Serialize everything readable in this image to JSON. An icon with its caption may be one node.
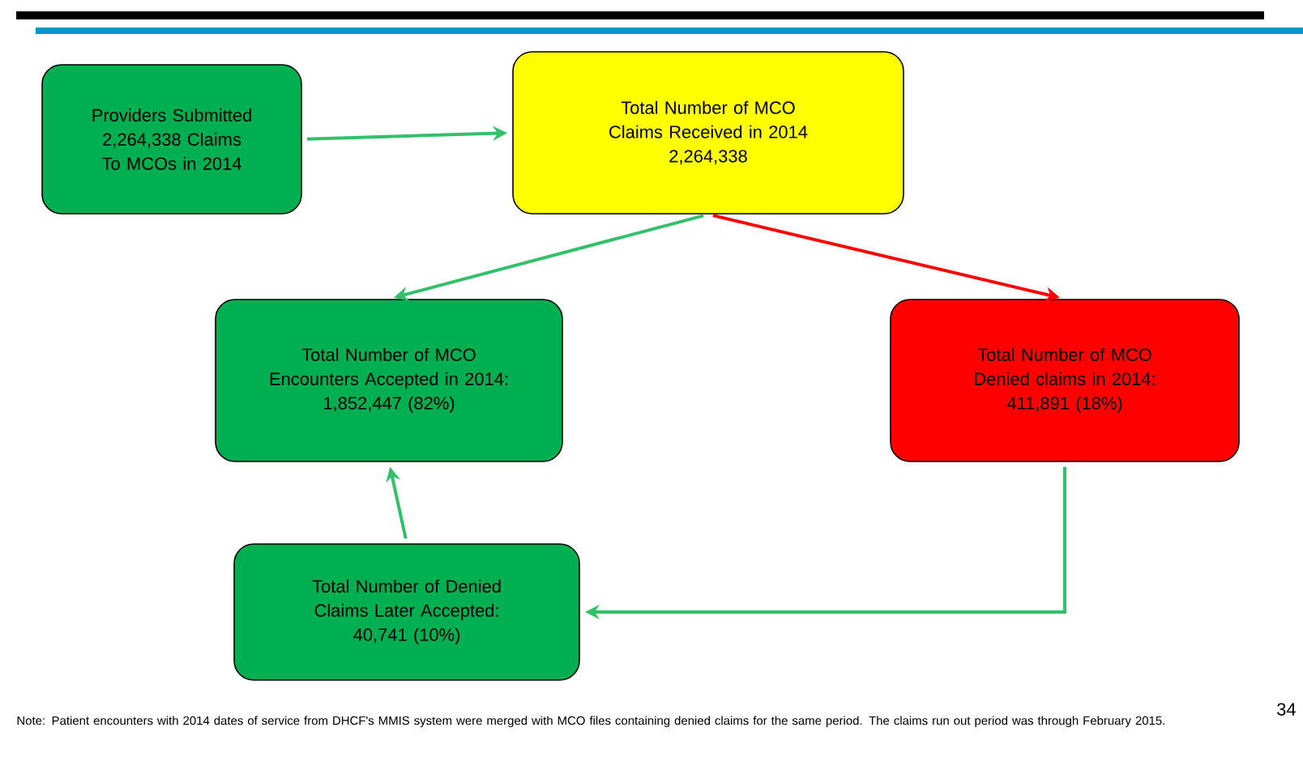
{
  "diagram": {
    "nodes": [
      {
        "text": [
          "Providers Submitted 2,264,338 Claims To MCOs in 2014"
        ]
      },
      {
        "text": [
          "Total Number of MCO Claims Received in 2014",
          "2,264,338"
        ]
      },
      {
        "text": [
          "Total Number of MCO Encounters Accepted in 2014:",
          "1,852,447 (82%)"
        ]
      },
      {
        "text": [
          "Total Number of MCO Denied claims in 2014:",
          "411,891 (18%)"
        ]
      },
      {
        "text": [
          "Total Number of Denied Claims Later Accepted:",
          "40,741 (10%)"
        ]
      }
    ],
    "edges": [
      {
        "from": 0,
        "to": 1,
        "arrow": "to"
      },
      {
        "from": 1,
        "to": 2,
        "arrow": "to"
      },
      {
        "from": 1,
        "to": 3,
        "arrow": "to",
        "color": "#ff0000"
      },
      {
        "from": 3,
        "to": 4,
        "arrow": "to"
      },
      {
        "from": 4,
        "to": 2,
        "arrow": "to"
      }
    ],
    "labels": [
      "Note: Patient encounters with 2014 dates of service from DHCF's MMIS system were merged with MCO files containing denied claims for the same period. The claims run out period was through February 2015.",
      "34"
    ]
  }
}
